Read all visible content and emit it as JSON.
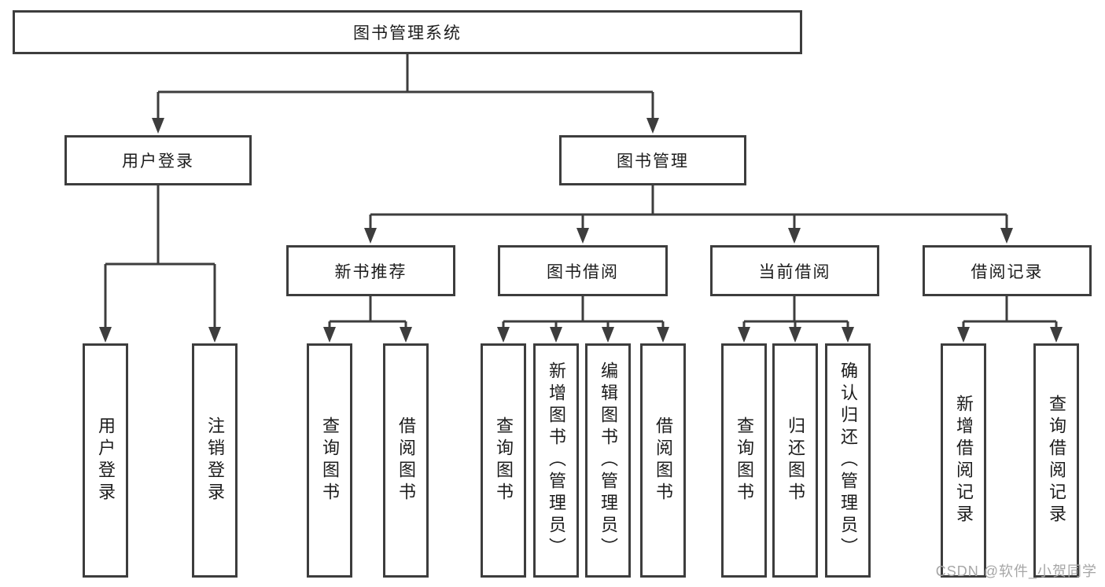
{
  "diagram": {
    "root": {
      "label": "图书管理系统"
    },
    "branches": [
      {
        "label": "用户登录",
        "children": [
          {
            "label": "用户登录"
          },
          {
            "label": "注销登录"
          }
        ]
      },
      {
        "label": "图书管理",
        "children": [
          {
            "label": "新书推荐",
            "children": [
              {
                "label": "查询图书"
              },
              {
                "label": "借阅图书"
              }
            ]
          },
          {
            "label": "图书借阅",
            "children": [
              {
                "label": "查询图书"
              },
              {
                "label": "新增图书（管理员）"
              },
              {
                "label": "编辑图书（管理员）"
              },
              {
                "label": "借阅图书"
              }
            ]
          },
          {
            "label": "当前借阅",
            "children": [
              {
                "label": "查询图书"
              },
              {
                "label": "归还图书"
              },
              {
                "label": "确认归还（管理员）"
              }
            ]
          },
          {
            "label": "借阅记录",
            "children": [
              {
                "label": "新增借阅记录"
              },
              {
                "label": "查询借阅记录"
              }
            ]
          }
        ]
      }
    ]
  },
  "watermark": {
    "text": "CSDN @软件_小贺同学"
  },
  "colors": {
    "line": "#3d3d3d",
    "box_border": "#3d3d3d",
    "box_fill": "#ffffff",
    "text": "#1c1c1c",
    "watermark": "#a6a6a6",
    "background": "#ffffff"
  }
}
